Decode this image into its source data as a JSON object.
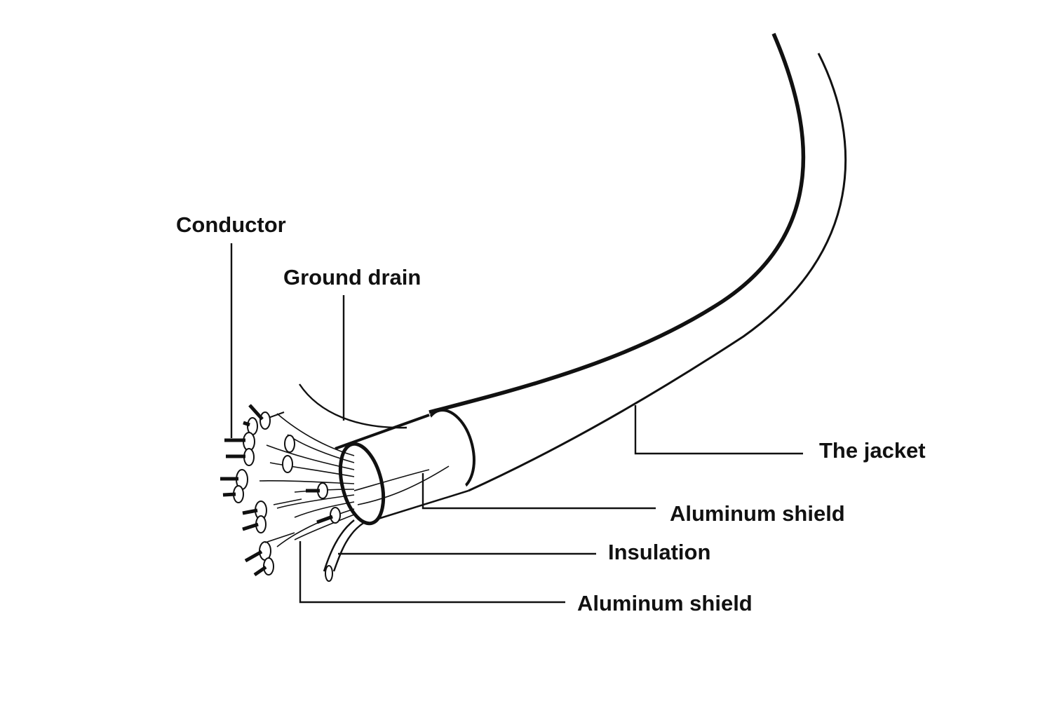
{
  "labels": {
    "conductor": "Conductor",
    "ground_drain": "Ground drain",
    "jacket": "The jacket",
    "aluminum_shield_outer": "Aluminum shield",
    "insulation": "Insulation",
    "aluminum_shield_inner": "Aluminum shield"
  },
  "colors": {
    "ink": "#111111",
    "background": "#ffffff"
  }
}
